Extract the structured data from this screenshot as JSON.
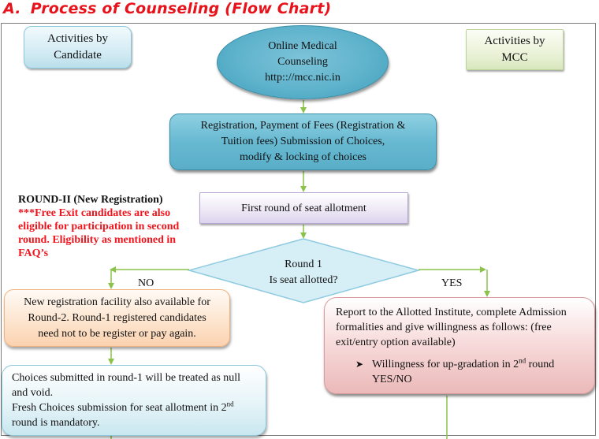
{
  "title": {
    "prefix": "A.",
    "text": "Process of Counseling (Flow Chart)",
    "color": "#e8121b"
  },
  "headers": {
    "candidate": [
      "Activities by",
      "Candidate"
    ],
    "mcc": [
      "Activities by",
      "MCC"
    ]
  },
  "nodes": {
    "online": [
      "Online Medical",
      "Counseling",
      "http:://mcc.nic.in"
    ],
    "registration": [
      "Registration, Payment of Fees (Registration &",
      "Tuition fees) Submission of Choices,",
      "modify & locking of choices"
    ],
    "first_round": "First round of seat allotment",
    "decision": [
      "Round 1",
      "Is seat allotted?"
    ],
    "new_registration": [
      "New registration facility also available for",
      "Round-2. Round-1 registered candidates",
      "need not to be register or pay again."
    ],
    "choices_null": {
      "line1": "Choices submitted in round-1 will be treated as null and void.",
      "line2_pre": "Fresh Choices submission for seat allotment in 2",
      "line2_sup": "nd",
      "line2_post": " round is mandatory."
    },
    "report": {
      "text": "Report to the Allotted Institute, complete Admission formalities and give willingness as follows: (free exit/entry option available)",
      "bullet_icon": "arrowhead-bullet",
      "bullet_pre": "Willingness for up-gradation in 2",
      "bullet_sup": "nd",
      "bullet_post": " round YES/NO"
    }
  },
  "round2_note": {
    "heading": "ROUND-II (New Registration)",
    "note": "***Free Exit candidates are also eligible for participation in second round. Eligibility as mentioned in FAQ’s",
    "note_color": "#f0141c"
  },
  "branch_labels": {
    "no": "NO",
    "yes": "YES"
  },
  "colors": {
    "connector": "#8bc34a",
    "diamond_fill": "#d6eef6",
    "diamond_stroke": "#8fcbe0"
  }
}
